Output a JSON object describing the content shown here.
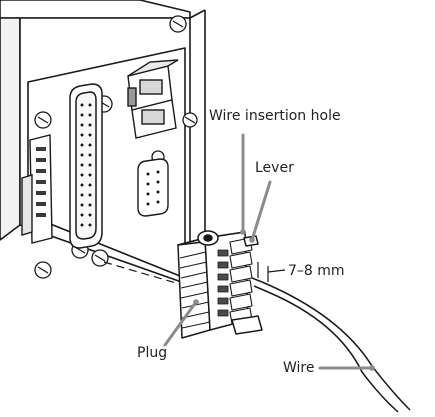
{
  "labels": {
    "wire_insertion_hole": "Wire insertion hole",
    "lever": "Lever",
    "strip_length": "7–8 mm",
    "plug": "Plug",
    "wire": "Wire"
  },
  "colors": {
    "line": "#1a1a1a",
    "panel_fill": "#ffffff",
    "shade": "#bdbdbd",
    "dark": "#555555",
    "callout": "#8c8c8c"
  }
}
